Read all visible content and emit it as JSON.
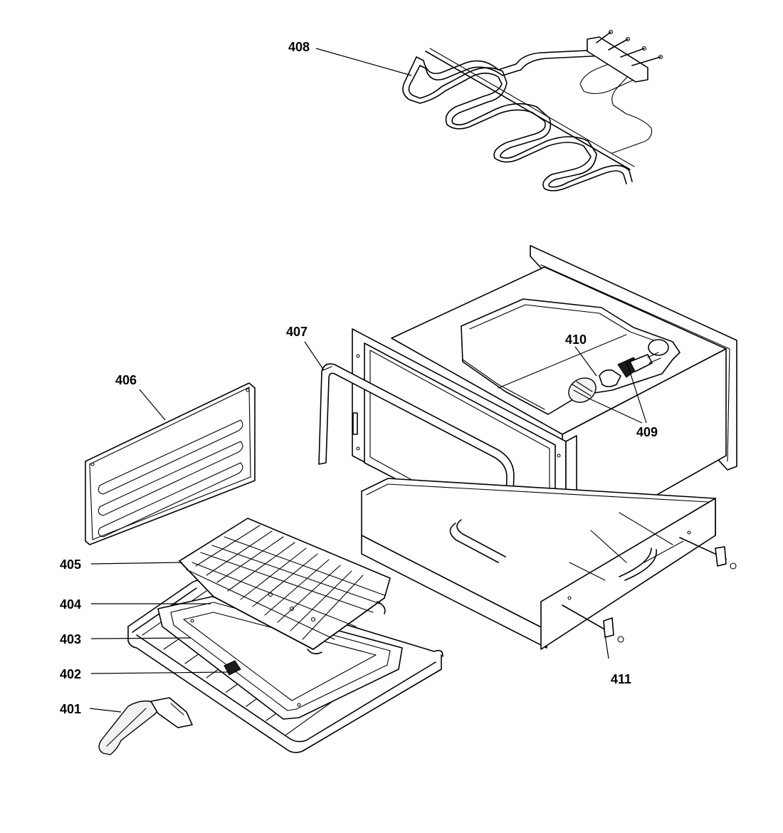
{
  "diagram": {
    "callouts": [
      {
        "id": "401",
        "label": "401"
      },
      {
        "id": "402",
        "label": "402"
      },
      {
        "id": "403",
        "label": "403"
      },
      {
        "id": "404",
        "label": "404"
      },
      {
        "id": "405",
        "label": "405"
      },
      {
        "id": "406",
        "label": "406"
      },
      {
        "id": "407",
        "label": "407"
      },
      {
        "id": "408",
        "label": "408"
      },
      {
        "id": "409",
        "label": "409"
      },
      {
        "id": "410",
        "label": "410"
      },
      {
        "id": "411",
        "label": "411"
      }
    ]
  }
}
